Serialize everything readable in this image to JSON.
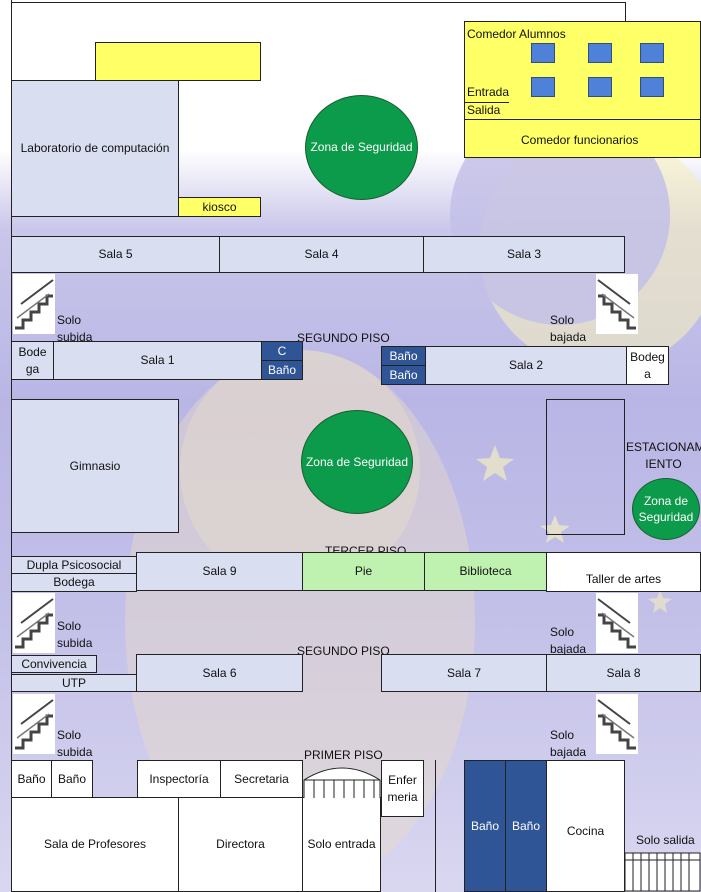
{
  "plan": {
    "comedor_alumnos": "Comedor Alumnos",
    "entrada": "Entrada",
    "salida": "Salida",
    "comedor_funcionarios": "Comedor funcionarios",
    "lab_computacion": "Laboratorio de computación",
    "kiosco": "kiosco",
    "zona_seguridad": "Zona de Seguridad",
    "sala_1": "Sala 1",
    "sala_2": "Sala 2",
    "sala_3": "Sala 3",
    "sala_4": "Sala 4",
    "sala_5": "Sala 5",
    "sala_6": "Sala 6",
    "sala_7": "Sala 7",
    "sala_8": "Sala 8",
    "sala_9": "Sala 9",
    "solo_subida": "Solo subida",
    "solo_bajada": "Solo bajada",
    "segundo_piso": "SEGUNDO PISO",
    "tercer_piso": "TERCER PISO",
    "primer_piso": "PRIMER PISO",
    "bodega_left": "Bode ga",
    "c_label": "C",
    "bano": "Baño",
    "bodega_right": "Bodeg a",
    "gimnasio": "Gimnasio",
    "estacionamiento": "ESTACIONAM IENTO",
    "dupla_psicosocial": "Dupla Psicosocial",
    "bodega": "Bodega",
    "pie": "Pie",
    "biblioteca": "Biblioteca",
    "taller_artes": "Taller de artes",
    "convivencia": "Convivencia",
    "utp": "UTP",
    "inspectoria": "Inspectoría",
    "secretaria": "Secretaria",
    "enfermeria": "Enfer meria",
    "cocina": "Cocina",
    "solo_salida": "Solo salida",
    "sala_profesores": "Sala de Profesores",
    "directora": "Directora",
    "solo_entrada": "Solo entrada"
  },
  "colors": {
    "zone_green": "#0b9b4a",
    "room_lavender": "#d9def0",
    "room_yellow": "#ffff66",
    "room_navy": "#2f5597",
    "room_light_green": "#bff2b0"
  }
}
